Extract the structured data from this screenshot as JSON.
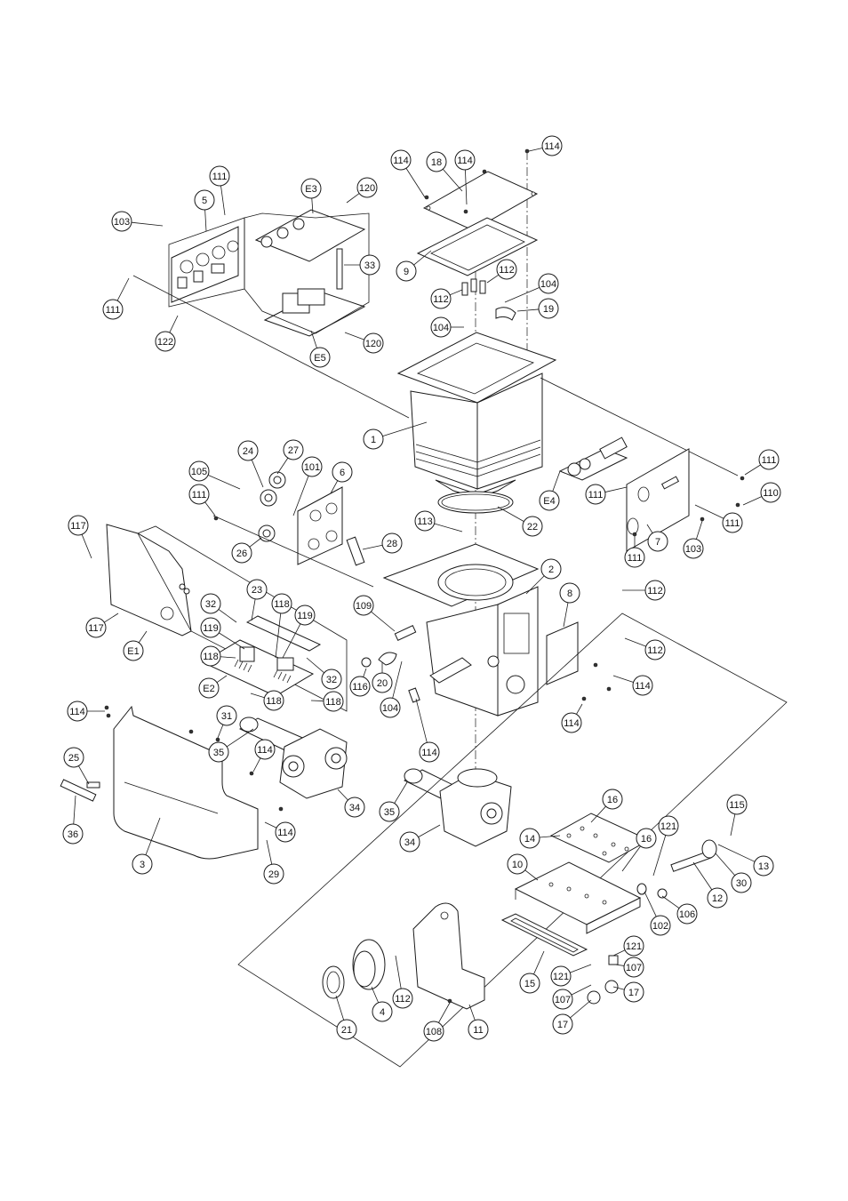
{
  "callouts": [
    {
      "id": "c-111a",
      "label": "111"
    },
    {
      "id": "c-5",
      "label": "5"
    },
    {
      "id": "c-103a",
      "label": "103"
    },
    {
      "id": "c-111b",
      "label": "111"
    },
    {
      "id": "c-122",
      "label": "122"
    },
    {
      "id": "c-E3",
      "label": "E3"
    },
    {
      "id": "c-120a",
      "label": "120"
    },
    {
      "id": "c-33",
      "label": "33"
    },
    {
      "id": "c-120b",
      "label": "120"
    },
    {
      "id": "c-E5",
      "label": "E5"
    },
    {
      "id": "c-114a",
      "label": "114"
    },
    {
      "id": "c-18",
      "label": "18"
    },
    {
      "id": "c-114b",
      "label": "114"
    },
    {
      "id": "c-114c",
      "label": "114"
    },
    {
      "id": "c-9",
      "label": "9"
    },
    {
      "id": "c-112a",
      "label": "112"
    },
    {
      "id": "c-112b",
      "label": "112"
    },
    {
      "id": "c-104a",
      "label": "104"
    },
    {
      "id": "c-19",
      "label": "19"
    },
    {
      "id": "c-104b",
      "label": "104"
    },
    {
      "id": "c-1",
      "label": "1"
    },
    {
      "id": "c-111c",
      "label": "111"
    },
    {
      "id": "c-110",
      "label": "110"
    },
    {
      "id": "c-111d",
      "label": "111"
    },
    {
      "id": "c-111e",
      "label": "111"
    },
    {
      "id": "c-E4",
      "label": "E4"
    },
    {
      "id": "c-7",
      "label": "7"
    },
    {
      "id": "c-103b",
      "label": "103"
    },
    {
      "id": "c-111f",
      "label": "111"
    },
    {
      "id": "c-22",
      "label": "22"
    },
    {
      "id": "c-113",
      "label": "113"
    },
    {
      "id": "c-24",
      "label": "24"
    },
    {
      "id": "c-27",
      "label": "27"
    },
    {
      "id": "c-105",
      "label": "105"
    },
    {
      "id": "c-101",
      "label": "101"
    },
    {
      "id": "c-6",
      "label": "6"
    },
    {
      "id": "c-111g",
      "label": "111"
    },
    {
      "id": "c-26",
      "label": "26"
    },
    {
      "id": "c-28",
      "label": "28"
    },
    {
      "id": "c-117a",
      "label": "117"
    },
    {
      "id": "c-117b",
      "label": "117"
    },
    {
      "id": "c-E1",
      "label": "E1"
    },
    {
      "id": "c-2",
      "label": "2"
    },
    {
      "id": "c-8",
      "label": "8"
    },
    {
      "id": "c-112c",
      "label": "112"
    },
    {
      "id": "c-112d",
      "label": "112"
    },
    {
      "id": "c-114d",
      "label": "114"
    },
    {
      "id": "c-114e",
      "label": "114"
    },
    {
      "id": "c-23",
      "label": "23"
    },
    {
      "id": "c-32a",
      "label": "32"
    },
    {
      "id": "c-118a",
      "label": "118"
    },
    {
      "id": "c-119a",
      "label": "119"
    },
    {
      "id": "c-119b",
      "label": "119"
    },
    {
      "id": "c-118b",
      "label": "118"
    },
    {
      "id": "c-32b",
      "label": "32"
    },
    {
      "id": "c-E2",
      "label": "E2"
    },
    {
      "id": "c-118c",
      "label": "118"
    },
    {
      "id": "c-118d",
      "label": "118"
    },
    {
      "id": "c-109",
      "label": "109"
    },
    {
      "id": "c-116",
      "label": "116"
    },
    {
      "id": "c-20",
      "label": "20"
    },
    {
      "id": "c-104c",
      "label": "104"
    },
    {
      "id": "c-114f",
      "label": "114"
    },
    {
      "id": "c-114g",
      "label": "114"
    },
    {
      "id": "c-31",
      "label": "31"
    },
    {
      "id": "c-35a",
      "label": "35"
    },
    {
      "id": "c-114h",
      "label": "114"
    },
    {
      "id": "c-25",
      "label": "25"
    },
    {
      "id": "c-34a",
      "label": "34"
    },
    {
      "id": "c-36",
      "label": "36"
    },
    {
      "id": "c-3",
      "label": "3"
    },
    {
      "id": "c-114i",
      "label": "114"
    },
    {
      "id": "c-29",
      "label": "29"
    },
    {
      "id": "c-35b",
      "label": "35"
    },
    {
      "id": "c-34b",
      "label": "34"
    },
    {
      "id": "c-16a",
      "label": "16"
    },
    {
      "id": "c-14",
      "label": "14"
    },
    {
      "id": "c-16b",
      "label": "16"
    },
    {
      "id": "c-121a",
      "label": "121"
    },
    {
      "id": "c-115",
      "label": "115"
    },
    {
      "id": "c-13",
      "label": "13"
    },
    {
      "id": "c-10",
      "label": "10"
    },
    {
      "id": "c-30",
      "label": "30"
    },
    {
      "id": "c-12",
      "label": "12"
    },
    {
      "id": "c-106",
      "label": "106"
    },
    {
      "id": "c-102",
      "label": "102"
    },
    {
      "id": "c-121b",
      "label": "121"
    },
    {
      "id": "c-107a",
      "label": "107"
    },
    {
      "id": "c-121c",
      "label": "121"
    },
    {
      "id": "c-107b",
      "label": "107"
    },
    {
      "id": "c-17a",
      "label": "17"
    },
    {
      "id": "c-17b",
      "label": "17"
    },
    {
      "id": "c-15",
      "label": "15"
    },
    {
      "id": "c-112e",
      "label": "112"
    },
    {
      "id": "c-4",
      "label": "4"
    },
    {
      "id": "c-21",
      "label": "21"
    },
    {
      "id": "c-108",
      "label": "108"
    },
    {
      "id": "c-11",
      "label": "11"
    }
  ]
}
